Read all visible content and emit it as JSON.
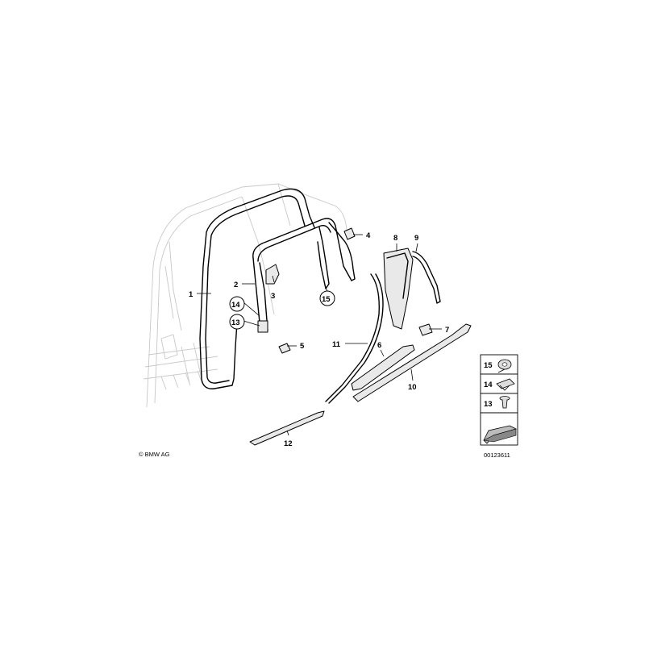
{
  "callouts": {
    "p1": "1",
    "p2": "2",
    "p3": "3",
    "p4": "4",
    "p5": "5",
    "p6": "6",
    "p7": "7",
    "p8": "8",
    "p9": "9",
    "p10": "10",
    "p11": "11",
    "p12": "12",
    "p13": "13",
    "p14": "14",
    "p15": "15"
  },
  "legend": {
    "r15": "15",
    "r14": "14",
    "r13": "13"
  },
  "copyright": "© BMW AG",
  "diagram_id": "00123611"
}
